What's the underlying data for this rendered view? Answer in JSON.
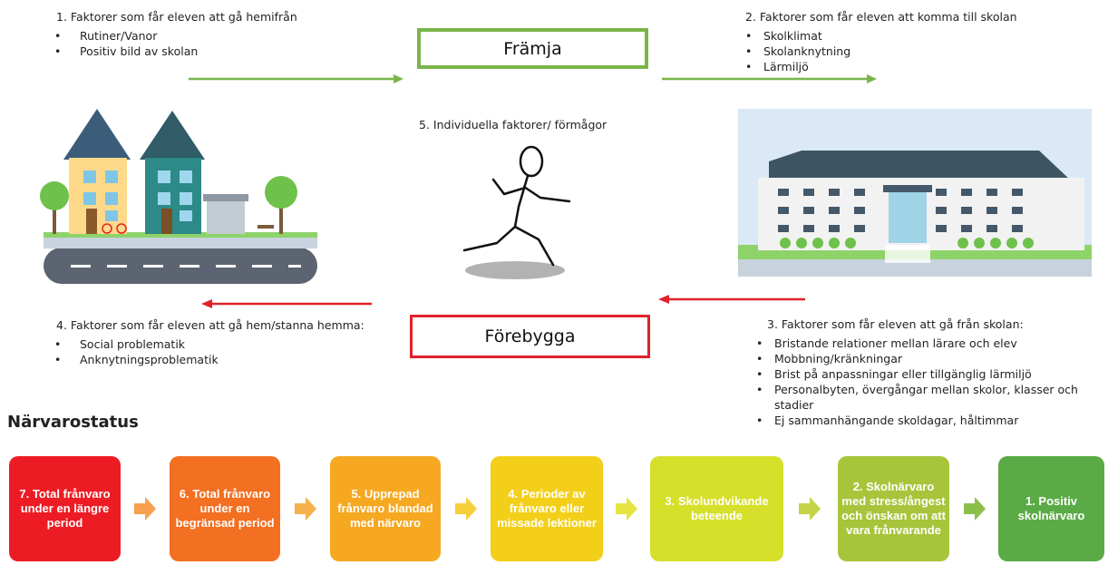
{
  "top_left": {
    "title": "1. Faktorer som får eleven att gå hemifrån",
    "items": [
      "Rutiner/Vanor",
      "Positiv bild av skolan"
    ]
  },
  "top_right": {
    "title": "2. Faktorer som får eleven att komma till skolan",
    "items": [
      "Skolklimat",
      "Skolanknytning",
      "Lärmiljö"
    ]
  },
  "promote_box": {
    "label": "Främja",
    "color": "#79b548"
  },
  "prevent_box": {
    "label": "Förebygga",
    "color": "#e0222a"
  },
  "individual": {
    "title": "5. Individuella faktorer/ förmågor"
  },
  "bottom_left": {
    "title": "4. Faktorer som får eleven att gå hem/stanna hemma:",
    "items": [
      "Social problematik",
      "Anknytningsproblematik"
    ]
  },
  "bottom_right": {
    "title": "3. Faktorer som får eleven att gå från skolan:",
    "items": [
      "Bristande relationer mellan lärare och elev",
      "Mobbning/kränkningar",
      "Brist på anpassningar eller tillgänglig lärmiljö",
      "Personalbyten, övergångar mellan skolor, klasser och stadier",
      "Ej sammanhängande skoldagar, håltimmar"
    ]
  },
  "status": {
    "heading": "Närvarostatus",
    "steps": [
      {
        "label": "7. Total frånvaro under en längre period",
        "color": "#ed1c24"
      },
      {
        "label": "6. Total frånvaro under en begränsad period",
        "color": "#f36f21"
      },
      {
        "label": "5. Upprepad frånvaro blandad med närvaro",
        "color": "#f6a821"
      },
      {
        "label": "4. Perioder av frånvaro eller missade lektioner",
        "color": "#f3cf1a"
      },
      {
        "label": "3. Skolundvikande beteende",
        "color": "#d6df2a"
      },
      {
        "label": "2. Skolnärvaro med stress/ångest och önskan om att vara frånvarande",
        "color": "#a8c43a"
      },
      {
        "label": "1. Positiv skolnärvaro",
        "color": "#5aab46"
      }
    ],
    "arrow_colors": [
      "#f6a050",
      "#f6b24a",
      "#f6cf3a",
      "#e6e443",
      "#c4d448",
      "#8cbf4a"
    ]
  }
}
